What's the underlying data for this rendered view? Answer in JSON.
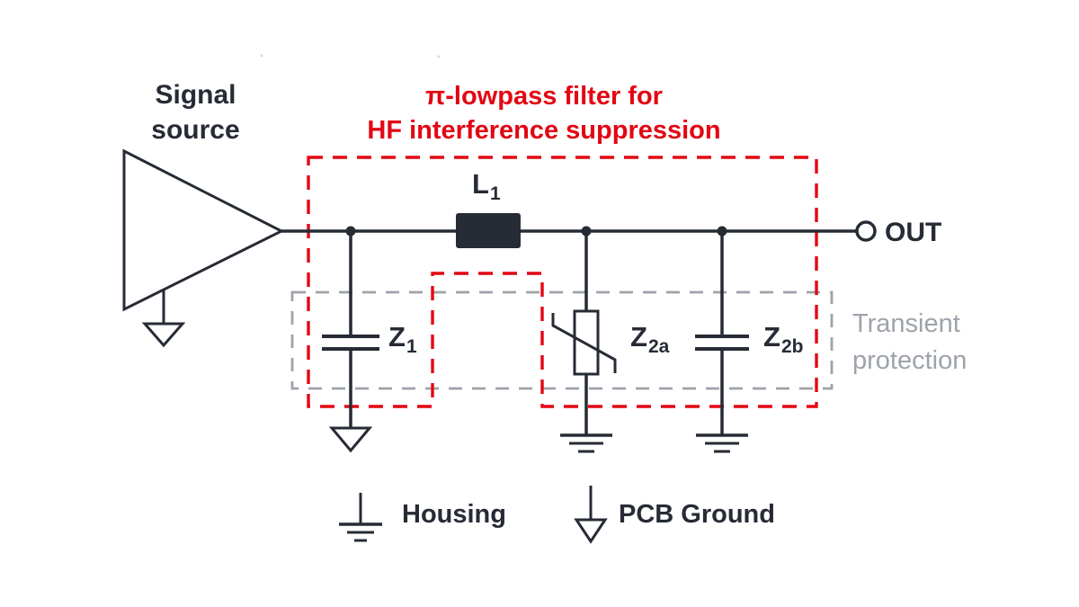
{
  "diagram": {
    "signal_source": {
      "line1": "Signal",
      "line2": "source"
    },
    "filter_title": {
      "line1": "π-lowpass filter for",
      "line2": "HF interference suppression"
    },
    "out_label": "OUT",
    "components": {
      "l1": {
        "main": "L",
        "sub": "1"
      },
      "z1": {
        "main": "Z",
        "sub": "1"
      },
      "z2a": {
        "main": "Z",
        "sub": "2a"
      },
      "z2b": {
        "main": "Z",
        "sub": "2b"
      }
    },
    "transient_protection": {
      "line1": "Transient",
      "line2": "protection"
    },
    "legend": {
      "housing_label": "Housing",
      "pcb_ground_label": "PCB Ground"
    }
  },
  "colors": {
    "dark": "#262b35",
    "red": "#e30613",
    "gray": "#9ea3aa"
  }
}
